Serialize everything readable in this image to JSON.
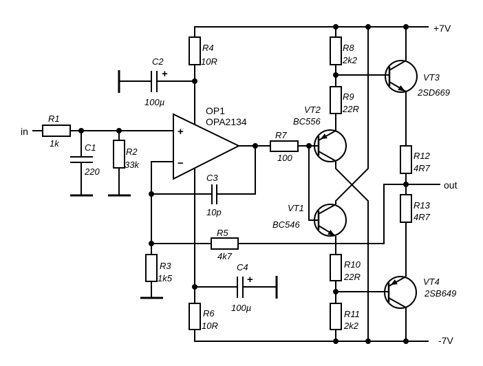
{
  "nets": {
    "input": "in",
    "output": "out",
    "vpos": "+7V",
    "vneg": "-7V"
  },
  "opamp": {
    "ref": "OP1",
    "part": "OPA2134",
    "plus": "+",
    "minus": "−"
  },
  "resistors": {
    "R1": {
      "ref": "R1",
      "value": "1k"
    },
    "R2": {
      "ref": "R2",
      "value": "33k"
    },
    "R3": {
      "ref": "R3",
      "value": "1k5"
    },
    "R4": {
      "ref": "R4",
      "value": "10R"
    },
    "R5": {
      "ref": "R5",
      "value": "4k7"
    },
    "R6": {
      "ref": "R6",
      "value": "10R"
    },
    "R7": {
      "ref": "R7",
      "value": "100"
    },
    "R8": {
      "ref": "R8",
      "value": "2k2"
    },
    "R9": {
      "ref": "R9",
      "value": "22R"
    },
    "R10": {
      "ref": "R10",
      "value": "22R"
    },
    "R11": {
      "ref": "R11",
      "value": "2k2"
    },
    "R12": {
      "ref": "R12",
      "value": "4R7"
    },
    "R13": {
      "ref": "R13",
      "value": "4R7"
    }
  },
  "capacitors": {
    "C1": {
      "ref": "C1",
      "value": "220"
    },
    "C2": {
      "ref": "C2",
      "value": "100µ",
      "polarity": "+"
    },
    "C3": {
      "ref": "C3",
      "value": "10p"
    },
    "C4": {
      "ref": "C4",
      "value": "100µ",
      "polarity": "+"
    }
  },
  "transistors": {
    "VT1": {
      "ref": "VT1",
      "part": "BC546",
      "type": "NPN"
    },
    "VT2": {
      "ref": "VT2",
      "part": "BC556",
      "type": "PNP"
    },
    "VT3": {
      "ref": "VT3",
      "part": "2SD669",
      "type": "NPN"
    },
    "VT4": {
      "ref": "VT4",
      "part": "2SB649",
      "type": "PNP"
    }
  }
}
